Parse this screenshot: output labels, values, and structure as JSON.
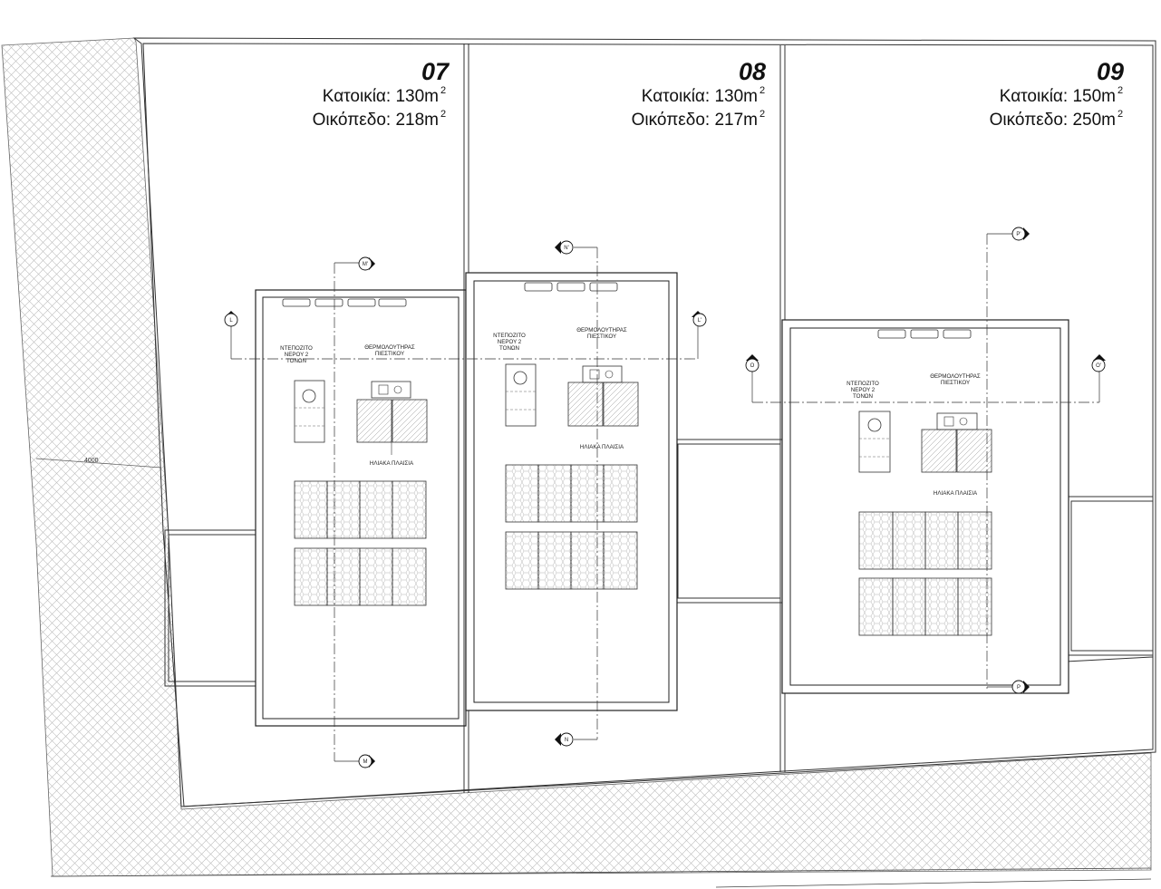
{
  "dimension_label": "4000",
  "plots": [
    {
      "number": "07",
      "house_label": "Κατοικία: 130m",
      "house_sup": "2",
      "plot_label": "Οικόπεδο: 218m",
      "plot_sup": "2",
      "tank_lines": [
        "ΝΤΕΠΟΖΙΤΟ",
        "ΝΕΡΟΥ 2",
        "ΤΟΝΩΝ"
      ],
      "heater_lines": [
        "ΘΕΡΜΟΛΟΥΤΗΡΑΣ",
        "ΠΙΕΣΤΙΚΟΥ"
      ],
      "solar_label": "ΗΛΙΑΚΑ ΠΛΑΙΣΙΑ",
      "markers": [
        "L",
        "L'",
        "M'",
        "M"
      ]
    },
    {
      "number": "08",
      "house_label": "Κατοικία: 130m",
      "house_sup": "2",
      "plot_label": "Οικόπεδο: 217m",
      "plot_sup": "2",
      "tank_lines": [
        "ΝΤΕΠΟΖΙΤΟ",
        "ΝΕΡΟΥ 2",
        "ΤΟΝΩΝ"
      ],
      "heater_lines": [
        "ΘΕΡΜΟΛΟΥΤΗΡΑΣ",
        "ΠΙΕΣΤΙΚΟΥ"
      ],
      "solar_label": "ΗΛΙΑΚΑ ΠΛΑΙΣΙΑ",
      "markers": [
        "N'",
        "N"
      ]
    },
    {
      "number": "09",
      "house_label": "Κατοικία: 150m",
      "house_sup": "2",
      "plot_label": "Οικόπεδο: 250m",
      "plot_sup": "2",
      "tank_lines": [
        "ΝΤΕΠΟΖΙΤΟ",
        "ΝΕΡΟΥ 2",
        "ΤΟΝΩΝ"
      ],
      "heater_lines": [
        "ΘΕΡΜΟΛΟΥΤΗΡΑΣ",
        "ΠΙΕΣΤΙΚΟΥ"
      ],
      "solar_label": "ΗΛΙΑΚΑ ΠΛΑΙΣΙΑ",
      "markers": [
        "O",
        "O'",
        "P'",
        "P"
      ]
    }
  ]
}
